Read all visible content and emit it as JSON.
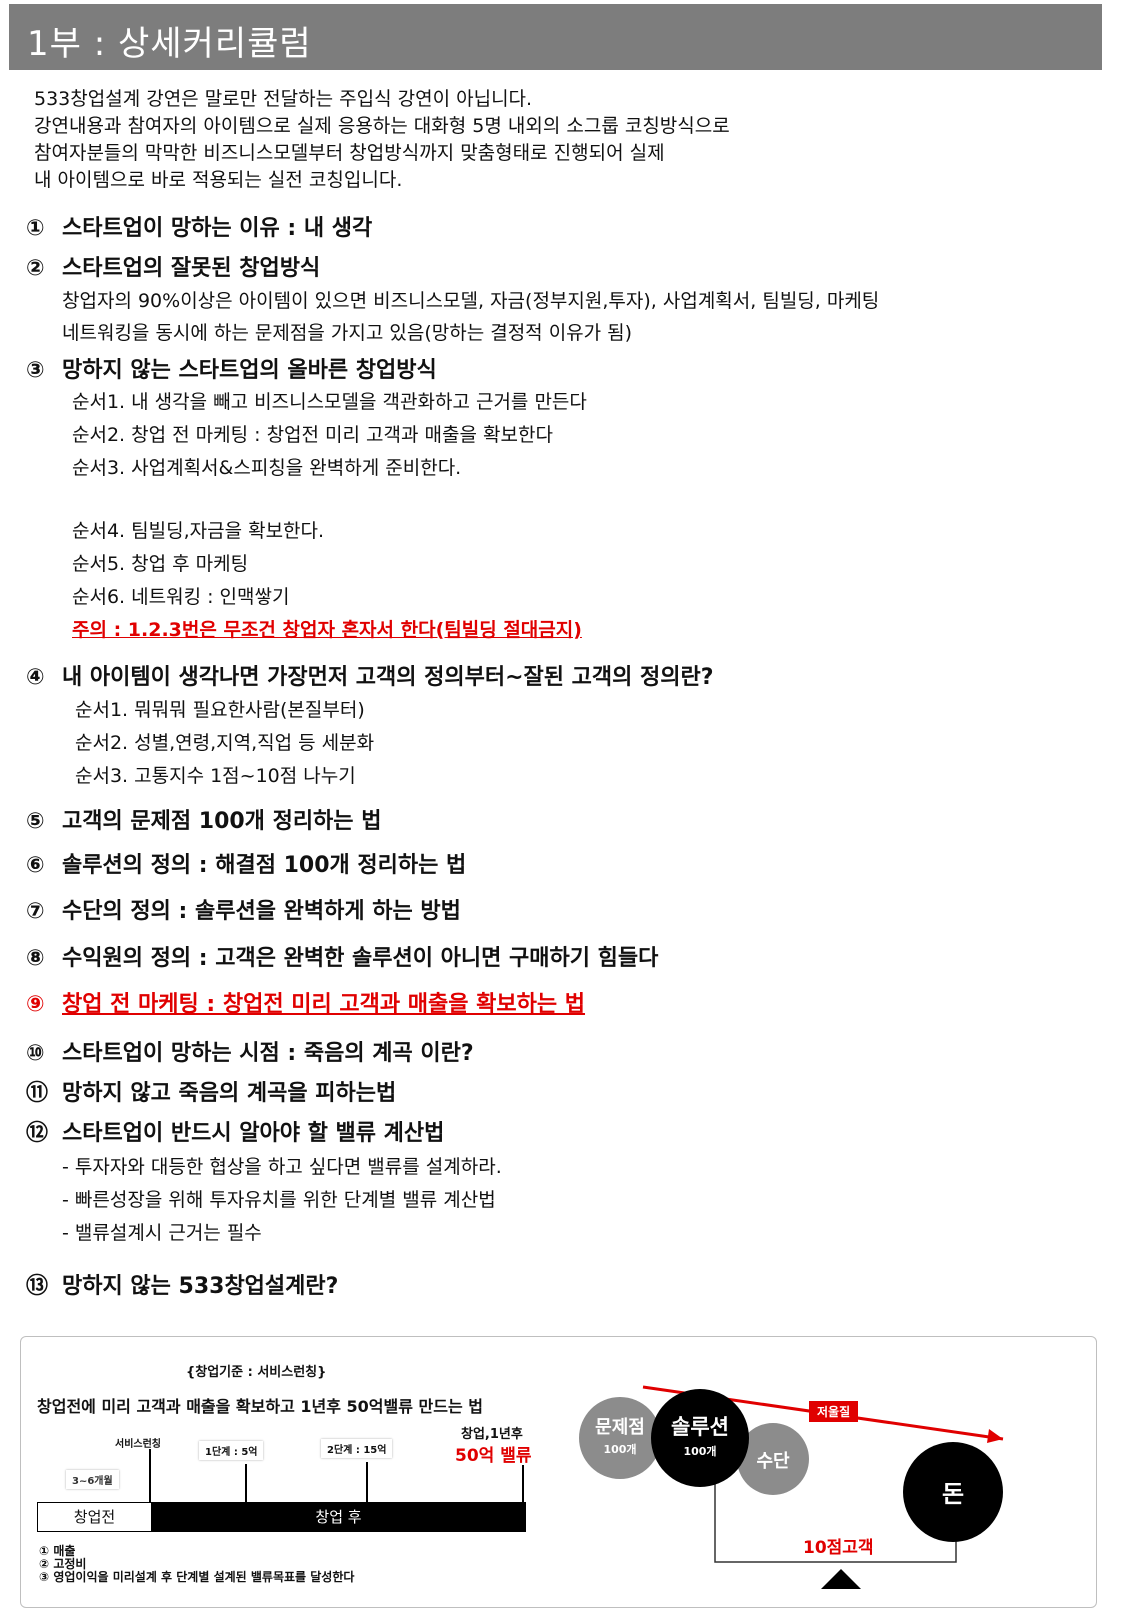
{
  "banner": {
    "title": "1부 : 상세커리큘럼"
  },
  "intro": [
    "533창업설계 강연은 말로만 전달하는 주입식 강연이 아닙니다.",
    "강연내용과 참여자의 아이템으로 실제 응용하는 대화형 5명 내외의 소그룹 코칭방식으로",
    "참여자분들의 막막한 비즈니스모델부터 창업방식까지 맞춤형태로 진행되어 실제",
    "내 아이템으로 바로 적용되는 실전 코칭입니다."
  ],
  "sections": {
    "s1": {
      "num": "①",
      "title": "스타트업이 망하는 이유 : 내 생각"
    },
    "s2": {
      "num": "②",
      "title": "스타트업의 잘못된 창업방식",
      "lines": [
        "창업자의 90%이상은 아이템이 있으면 비즈니스모델, 자금(정부지원,투자), 사업계획서, 팀빌딩, 마케팅",
        "네트워킹을 동시에 하는 문제점을 가지고 있음(망하는 결정적 이유가 됨)"
      ]
    },
    "s3": {
      "num": "③",
      "title": "망하지 않는 스타트업의 올바른 창업방식",
      "steps": [
        "순서1. 내 생각을 빼고 비즈니스모델을 객관화하고 근거를 만든다",
        "순서2. 창업 전 마케팅 : 창업전 미리 고객과 매출을 확보한다",
        "순서3. 사업계획서&스피칭을 완벽하게 준비한다.",
        "순서4. 팀빌딩,자금을 확보한다.",
        "순서5. 창업 후 마케팅",
        "순서6. 네트워킹 : 인맥쌓기"
      ],
      "warning": "주의 : 1.2.3번은 무조건 창업자 혼자서 한다(팀빌딩 절대금지)"
    },
    "s4": {
      "num": "④",
      "title": "내 아이템이 생각나면 가장먼저 고객의 정의부터~잘된 고객의 정의란?",
      "steps": [
        "순서1. 뭐뭐뭐 필요한사람(본질부터)",
        "순서2. 성별,연령,지역,직업 등 세분화",
        "순서3. 고통지수 1점~10점 나누기"
      ]
    },
    "s5": {
      "num": "⑤",
      "title": "고객의 문제점 100개 정리하는 법"
    },
    "s6": {
      "num": "⑥",
      "title": "솔루션의 정의 : 해결점 100개 정리하는 법"
    },
    "s7": {
      "num": "⑦",
      "title": "수단의 정의 : 솔루션을 완벽하게 하는 방법"
    },
    "s8": {
      "num": "⑧",
      "title": "수익원의 정의 : 고객은 완벽한 솔루션이 아니면 구매하기 힘들다"
    },
    "s9": {
      "num": "⑨",
      "title": "창업 전 마케팅 : 창업전 미리 고객과 매출을 확보하는 법"
    },
    "s10": {
      "num": "⑩",
      "title": "스타트업이 망하는 시점 : 죽음의 계곡 이란?"
    },
    "s11": {
      "num": "⑪",
      "title": "망하지 않고 죽음의 계곡을 피하는법"
    },
    "s12": {
      "num": "⑫",
      "title": "스타트업이 반드시 알아야 할 밸류 계산법",
      "bullets": [
        "- 투자자와 대등한 협상을 하고 싶다면 밸류를 설계하라.",
        "- 빠른성장을 위해 투자유치를 위한 단계별 밸류 계산법",
        "- 밸류설계시 근거는 필수"
      ]
    },
    "s13": {
      "num": "⑬",
      "title": "망하지 않는 533창업설계란?"
    }
  },
  "diagram": {
    "basis": "{창업기준 : 서비스런칭}",
    "headline": "창업전에 미리 고객과 매출을 확보하고 1년후 50억밸류 만드는 법",
    "service_launch": "서비스런칭",
    "stage1": "1단계 : 5억",
    "stage2": "2단계 : 15억",
    "year1": "창업,1년후",
    "value50": "50억 밸류",
    "months": "3~6개월",
    "pre": "창업전",
    "post": "창업 후",
    "notes": [
      "① 매출",
      "② 고정비",
      "③ 영업이익을 미리설계 후 단계별 설계된 밸류목표를 달성한다"
    ],
    "problem": "문제점",
    "problem_count": "100개",
    "solution": "솔루션",
    "solution_count": "100개",
    "means": "수단",
    "money": "돈",
    "low_quality": "저울질",
    "ten_point": "10점고객",
    "colors": {
      "accent": "#e00000",
      "gray": "#8c8c8c",
      "black": "#000000"
    }
  }
}
